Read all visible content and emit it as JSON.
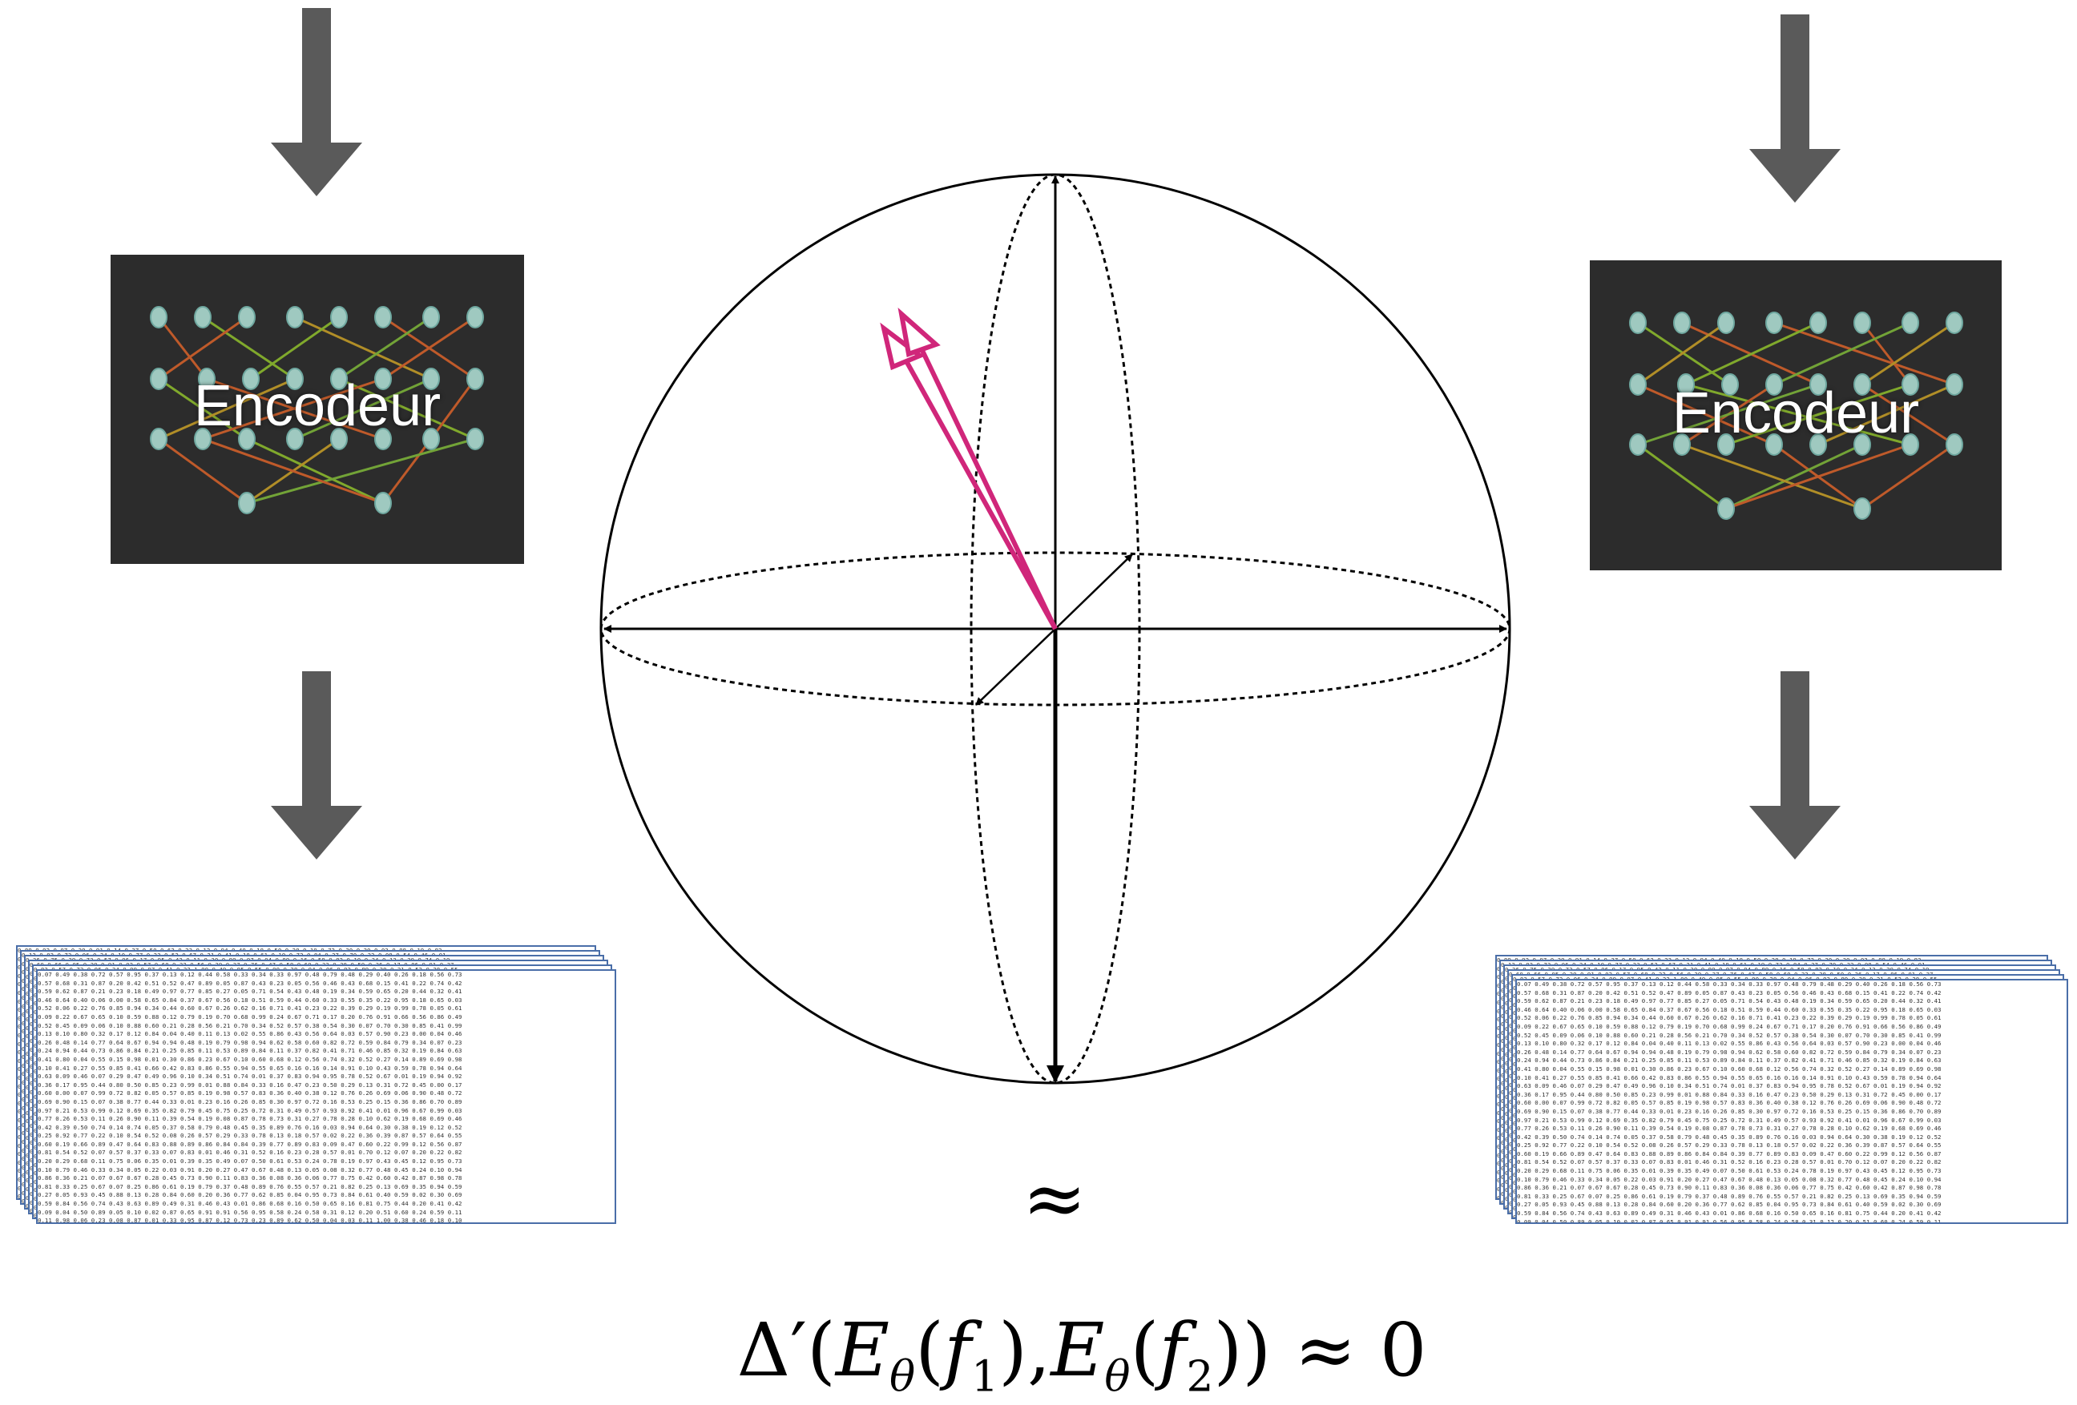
{
  "left_encoder": {
    "label": "Encodeur"
  },
  "right_encoder": {
    "label": "Encodeur"
  },
  "approx_symbol": "≈",
  "formula": {
    "delta": "Δ′",
    "open": "(",
    "e1": "E",
    "sub1": "θ",
    "arg1_open": "(",
    "f1": "f",
    "f1_sub": "1",
    "arg1_close": "),",
    "e2": "E",
    "sub2": "θ",
    "arg2_open": "(",
    "f2": "f",
    "f2_sub": "2",
    "close": ")) ≈ 0"
  },
  "colors": {
    "arrow_gray": "#5a5a5a",
    "encoder_bg": "#2c2c2c",
    "vector_magenta": "#d0267a",
    "matrix_border": "#4a6ea8"
  },
  "icons": {
    "flow_arrow": "down-arrow-icon",
    "network": "neural-network-icon"
  }
}
